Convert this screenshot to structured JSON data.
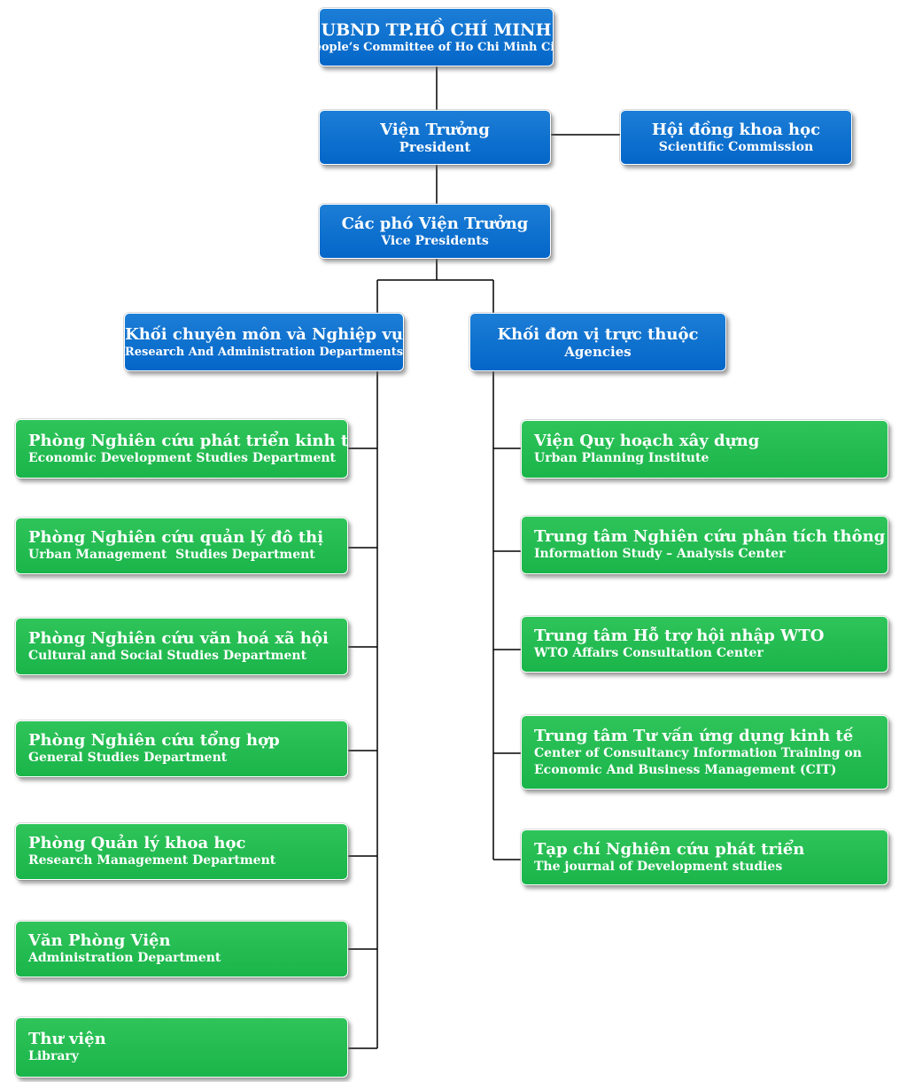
{
  "top": {
    "ubnd": {
      "vi": "UBND TP.HỒ CHÍ MINH",
      "en": "People’s Committee of Ho Chi Minh City"
    },
    "president": {
      "vi": "Viện Trưởng",
      "en": "President"
    },
    "scientific": {
      "vi": "Hội đồng khoa học",
      "en": "Scientific Commission"
    },
    "vice": {
      "vi": "Các phó Viện Trưởng",
      "en": "Vice Presidents"
    }
  },
  "blocks": {
    "research": {
      "vi": "Khối chuyên môn và Nghiệp vụ",
      "en": "Research And Administration Departments"
    },
    "agencies": {
      "vi": "Khối đơn vị trực thuộc",
      "en": "Agencies"
    }
  },
  "departments": [
    {
      "vi": "Phòng Nghiên cứu phát triển kinh tế",
      "en": "Economic Development Studies Department"
    },
    {
      "vi": "Phòng Nghiên cứu quản lý đô thị",
      "en": "Urban Management  Studies Department"
    },
    {
      "vi": "Phòng Nghiên cứu văn hoá xã hội",
      "en": "Cultural and Social Studies Department"
    },
    {
      "vi": "Phòng Nghiên cứu tổng hợp",
      "en": "General Studies Department"
    },
    {
      "vi": "Phòng Quản lý khoa học",
      "en": "Research Management Department"
    },
    {
      "vi": "Văn Phòng Viện",
      "en": "Administration Department"
    },
    {
      "vi": "Thư viện",
      "en": "Library"
    }
  ],
  "agencies": [
    {
      "vi": "Viện Quy hoạch xây dựng",
      "en": "Urban Planning Institute",
      "en2": ""
    },
    {
      "vi": "Trung tâm Nghiên cứu phân tích thông tin",
      "en": "Information Study – Analysis Center",
      "en2": ""
    },
    {
      "vi": "Trung tâm Hỗ trợ hội nhập WTO",
      "en": "WTO Affairs Consultation Center",
      "en2": ""
    },
    {
      "vi": "Trung tâm Tư vấn ứng dụng kinh tế",
      "en": "Center of Consultancy Information Training on",
      "en2": "Economic And Business Management (CIT)"
    },
    {
      "vi": "Tạp chí Nghiên cứu phát triển",
      "en": "The journal of Development studies",
      "en2": ""
    }
  ],
  "colors": {
    "blue": "#0a6fd0",
    "green": "#22bb50",
    "line": "#000000"
  }
}
